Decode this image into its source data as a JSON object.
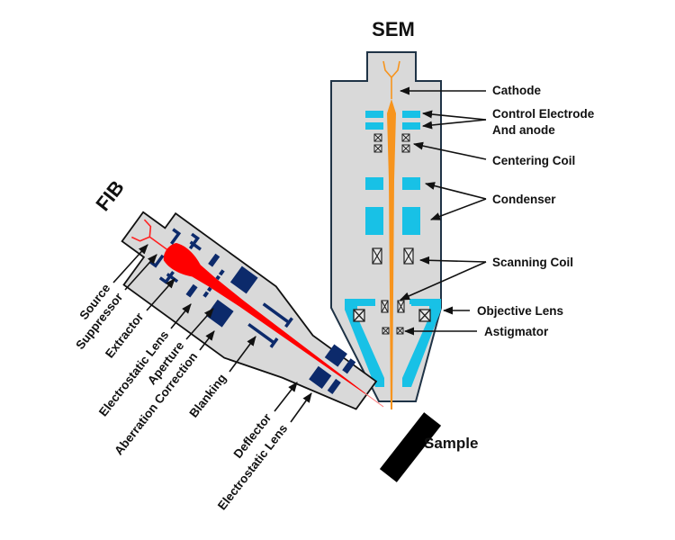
{
  "titles": {
    "sem": "SEM",
    "fib": "FIB"
  },
  "colors": {
    "column_fill": "#d9d9d9",
    "column_stroke_sem": "#1f3346",
    "column_stroke_fib": "#111111",
    "sem_beam": "#f7941d",
    "sem_lens": "#18c1e6",
    "fib_beam": "#ff0000",
    "fib_element": "#0c2a6b",
    "sample": "#000000"
  },
  "sem_labels": [
    {
      "id": "cathode",
      "text": "Cathode"
    },
    {
      "id": "control-electrode-1",
      "text": "Control Electrode"
    },
    {
      "id": "control-electrode-2",
      "text": "And anode"
    },
    {
      "id": "centering-coil",
      "text": "Centering Coil"
    },
    {
      "id": "condenser",
      "text": "Condenser"
    },
    {
      "id": "scanning-coil",
      "text": "Scanning Coil"
    },
    {
      "id": "objective-lens",
      "text": "Objective Lens"
    },
    {
      "id": "astigmator",
      "text": "Astigmator"
    }
  ],
  "fib_labels": [
    {
      "id": "source",
      "text": "Source"
    },
    {
      "id": "suppressor",
      "text": "Suppressor"
    },
    {
      "id": "extractor",
      "text": "Extractor"
    },
    {
      "id": "electrostatic-lens-1",
      "text": "Electrostatic Lens"
    },
    {
      "id": "aperture",
      "text": "Aperture"
    },
    {
      "id": "aberration-correction",
      "text": "Aberration Correction"
    },
    {
      "id": "blanking",
      "text": "Blanking"
    },
    {
      "id": "deflector",
      "text": "Deflector"
    },
    {
      "id": "electrostatic-lens-2",
      "text": "Electrostatic Lens"
    }
  ],
  "sample_label": "Sample"
}
